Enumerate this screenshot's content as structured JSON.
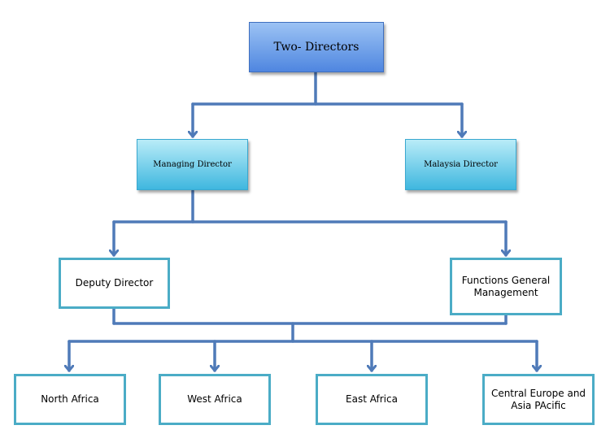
{
  "nodes": {
    "two_directors": "Two- Directors",
    "managing_director": "Managing Director",
    "malaysia_director": "Malaysia Director",
    "deputy_director": "Deputy Director",
    "functions_general_management": "Functions General Management",
    "north_africa": "North Africa",
    "west_africa": "West Africa",
    "east_africa": "East Africa",
    "central_europe_asia_pacific": "Central Europe and Asia PAcific"
  },
  "colors": {
    "connector": "#4f7ab8",
    "top_fill": "#6f9ff0",
    "director_fill": "#7fd2ee",
    "box_border": "#4bacc6"
  }
}
